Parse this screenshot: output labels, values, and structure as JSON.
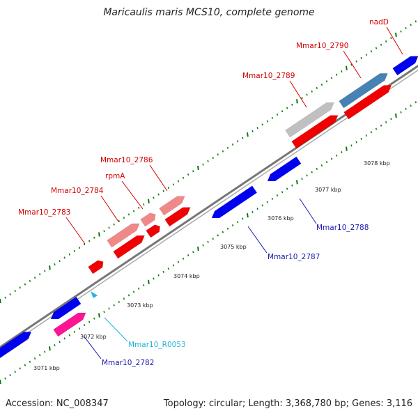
{
  "title": "Maricaulis maris MCS10, complete genome",
  "footer": {
    "accession": "Accession: NC_008347",
    "summary": "Topology: circular; Length: 3,368,780 bp; Genes: 3,116"
  },
  "colors": {
    "red": "#f00000",
    "light_red": "#f08888",
    "blue": "#0000f0",
    "steel_blue": "#4682b4",
    "grey": "#c0c0c0",
    "pink": "#ff1493",
    "cyan": "#22b5d8",
    "tick_green": "#0a7a0a"
  },
  "ticks": [
    {
      "label": "3071 kbp"
    },
    {
      "label": "3072 kbp"
    },
    {
      "label": "3073 kbp"
    },
    {
      "label": "3074 kbp"
    },
    {
      "label": "3075 kbp"
    },
    {
      "label": "3076 kbp"
    },
    {
      "label": "3077 kbp"
    },
    {
      "label": "3078 kbp"
    }
  ],
  "gene_labels": [
    {
      "name": "Mmar10_2783",
      "color": "red"
    },
    {
      "name": "Mmar10_2784",
      "color": "red"
    },
    {
      "name": "rpmA",
      "color": "red"
    },
    {
      "name": "Mmar10_2786",
      "color": "red"
    },
    {
      "name": "Mmar10_2789",
      "color": "red"
    },
    {
      "name": "Mmar10_2790",
      "color": "red"
    },
    {
      "name": "nadD",
      "color": "red"
    },
    {
      "name": "Mmar10_2782",
      "color": "blue"
    },
    {
      "name": "Mmar10_2787",
      "color": "blue"
    },
    {
      "name": "Mmar10_2788",
      "color": "blue"
    },
    {
      "name": "Mmar10_R0053",
      "color": "cyan"
    }
  ]
}
